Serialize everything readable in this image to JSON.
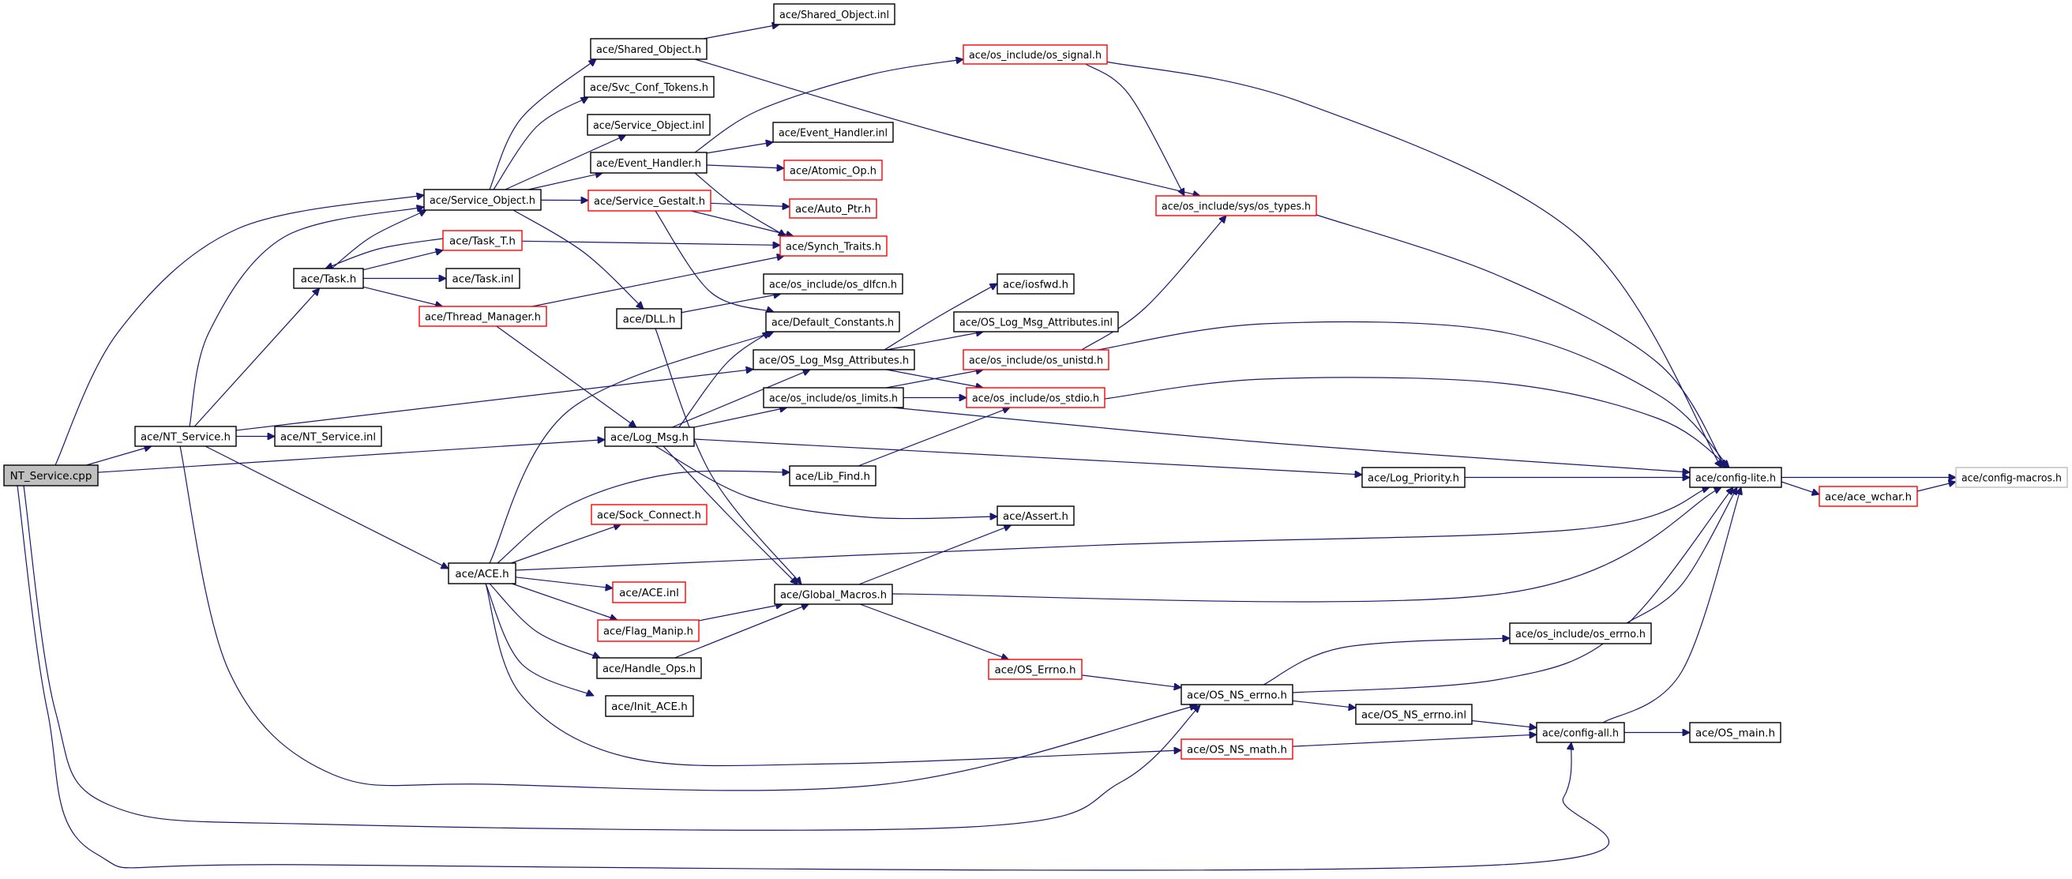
{
  "graph": {
    "title": "Include dependency graph for NT_Service.cpp",
    "colors": {
      "edge": "#191970",
      "node_border": "#000000",
      "node_border_incomplete": "#ff0000",
      "node_border_external": "#bfbfbf",
      "root_fill": "#bfbfbf"
    },
    "nodes": [
      {
        "id": "nt_service_cpp",
        "label": "NT_Service.cpp",
        "style": "root"
      },
      {
        "id": "nt_service_h",
        "label": "ace/NT_Service.h",
        "style": "normal"
      },
      {
        "id": "nt_service_inl",
        "label": "ace/NT_Service.inl",
        "style": "normal"
      },
      {
        "id": "task_h",
        "label": "ace/Task.h",
        "style": "normal"
      },
      {
        "id": "task_inl",
        "label": "ace/Task.inl",
        "style": "normal"
      },
      {
        "id": "task_t_h",
        "label": "ace/Task_T.h",
        "style": "incomplete"
      },
      {
        "id": "thread_manager_h",
        "label": "ace/Thread_Manager.h",
        "style": "incomplete"
      },
      {
        "id": "service_object_h",
        "label": "ace/Service_Object.h",
        "style": "normal"
      },
      {
        "id": "shared_object_h",
        "label": "ace/Shared_Object.h",
        "style": "normal"
      },
      {
        "id": "shared_object_inl",
        "label": "ace/Shared_Object.inl",
        "style": "normal"
      },
      {
        "id": "svc_conf_tokens_h",
        "label": "ace/Svc_Conf_Tokens.h",
        "style": "normal"
      },
      {
        "id": "service_object_inl",
        "label": "ace/Service_Object.inl",
        "style": "normal"
      },
      {
        "id": "event_handler_h",
        "label": "ace/Event_Handler.h",
        "style": "normal"
      },
      {
        "id": "event_handler_inl",
        "label": "ace/Event_Handler.inl",
        "style": "normal"
      },
      {
        "id": "atomic_op_h",
        "label": "ace/Atomic_Op.h",
        "style": "incomplete"
      },
      {
        "id": "service_gestalt_h",
        "label": "ace/Service_Gestalt.h",
        "style": "incomplete"
      },
      {
        "id": "auto_ptr_h",
        "label": "ace/Auto_Ptr.h",
        "style": "incomplete"
      },
      {
        "id": "synch_traits_h",
        "label": "ace/Synch_Traits.h",
        "style": "incomplete"
      },
      {
        "id": "os_signal_h",
        "label": "ace/os_include/os_signal.h",
        "style": "incomplete"
      },
      {
        "id": "os_types_h",
        "label": "ace/os_include/sys/os_types.h",
        "style": "incomplete"
      },
      {
        "id": "dll_h",
        "label": "ace/DLL.h",
        "style": "normal"
      },
      {
        "id": "os_dlfcn_h",
        "label": "ace/os_include/os_dlfcn.h",
        "style": "normal"
      },
      {
        "id": "default_constants_h",
        "label": "ace/Default_Constants.h",
        "style": "normal"
      },
      {
        "id": "iosfwd_h",
        "label": "ace/iosfwd.h",
        "style": "normal"
      },
      {
        "id": "os_log_msg_attributes_inl",
        "label": "ace/OS_Log_Msg_Attributes.inl",
        "style": "normal"
      },
      {
        "id": "os_log_msg_attributes_h",
        "label": "ace/OS_Log_Msg_Attributes.h",
        "style": "normal"
      },
      {
        "id": "os_unistd_h",
        "label": "ace/os_include/os_unistd.h",
        "style": "incomplete"
      },
      {
        "id": "os_limits_h",
        "label": "ace/os_include/os_limits.h",
        "style": "normal"
      },
      {
        "id": "os_stdio_h",
        "label": "ace/os_include/os_stdio.h",
        "style": "incomplete"
      },
      {
        "id": "log_msg_h",
        "label": "ace/Log_Msg.h",
        "style": "normal"
      },
      {
        "id": "lib_find_h",
        "label": "ace/Lib_Find.h",
        "style": "normal"
      },
      {
        "id": "log_priority_h",
        "label": "ace/Log_Priority.h",
        "style": "normal"
      },
      {
        "id": "config_lite_h",
        "label": "ace/config-lite.h",
        "style": "normal"
      },
      {
        "id": "ace_wchar_h",
        "label": "ace/ace_wchar.h",
        "style": "incomplete"
      },
      {
        "id": "config_macros_h",
        "label": "ace/config-macros.h",
        "style": "external"
      },
      {
        "id": "sock_connect_h",
        "label": "ace/Sock_Connect.h",
        "style": "incomplete"
      },
      {
        "id": "assert_h",
        "label": "ace/Assert.h",
        "style": "normal"
      },
      {
        "id": "ace_h",
        "label": "ace/ACE.h",
        "style": "normal"
      },
      {
        "id": "ace_inl",
        "label": "ace/ACE.inl",
        "style": "incomplete"
      },
      {
        "id": "global_macros_h",
        "label": "ace/Global_Macros.h",
        "style": "normal"
      },
      {
        "id": "flag_manip_h",
        "label": "ace/Flag_Manip.h",
        "style": "incomplete"
      },
      {
        "id": "handle_ops_h",
        "label": "ace/Handle_Ops.h",
        "style": "normal"
      },
      {
        "id": "init_ace_h",
        "label": "ace/Init_ACE.h",
        "style": "normal"
      },
      {
        "id": "os_errno_h",
        "label": "ace/OS_Errno.h",
        "style": "incomplete"
      },
      {
        "id": "os_include_os_errno_h",
        "label": "ace/os_include/os_errno.h",
        "style": "normal"
      },
      {
        "id": "os_ns_errno_h",
        "label": "ace/OS_NS_errno.h",
        "style": "normal"
      },
      {
        "id": "os_ns_errno_inl",
        "label": "ace/OS_NS_errno.inl",
        "style": "normal"
      },
      {
        "id": "os_ns_math_h",
        "label": "ace/OS_NS_math.h",
        "style": "incomplete"
      },
      {
        "id": "config_all_h",
        "label": "ace/config-all.h",
        "style": "normal"
      },
      {
        "id": "os_main_h",
        "label": "ace/OS_main.h",
        "style": "normal"
      }
    ],
    "edges": [
      {
        "from": "nt_service_cpp",
        "to": "nt_service_h"
      },
      {
        "from": "nt_service_cpp",
        "to": "service_object_h"
      },
      {
        "from": "nt_service_cpp",
        "to": "log_msg_h"
      },
      {
        "from": "nt_service_cpp",
        "to": "os_ns_errno_h"
      },
      {
        "from": "nt_service_cpp",
        "to": "config_all_h"
      },
      {
        "from": "nt_service_h",
        "to": "nt_service_inl"
      },
      {
        "from": "nt_service_h",
        "to": "service_object_h"
      },
      {
        "from": "nt_service_h",
        "to": "task_h"
      },
      {
        "from": "nt_service_h",
        "to": "os_log_msg_attributes_h"
      },
      {
        "from": "nt_service_h",
        "to": "ace_h"
      },
      {
        "from": "nt_service_h",
        "to": "os_ns_errno_h"
      },
      {
        "from": "task_h",
        "to": "service_object_h"
      },
      {
        "from": "task_h",
        "to": "task_t_h"
      },
      {
        "from": "task_h",
        "to": "task_inl"
      },
      {
        "from": "task_h",
        "to": "thread_manager_h"
      },
      {
        "from": "task_t_h",
        "to": "task_h"
      },
      {
        "from": "task_t_h",
        "to": "synch_traits_h"
      },
      {
        "from": "thread_manager_h",
        "to": "synch_traits_h"
      },
      {
        "from": "thread_manager_h",
        "to": "log_msg_h"
      },
      {
        "from": "service_object_h",
        "to": "shared_object_h"
      },
      {
        "from": "service_object_h",
        "to": "svc_conf_tokens_h"
      },
      {
        "from": "service_object_h",
        "to": "service_object_inl"
      },
      {
        "from": "service_object_h",
        "to": "event_handler_h"
      },
      {
        "from": "service_object_h",
        "to": "service_gestalt_h"
      },
      {
        "from": "service_object_h",
        "to": "dll_h"
      },
      {
        "from": "shared_object_h",
        "to": "shared_object_inl"
      },
      {
        "from": "shared_object_h",
        "to": "os_types_h"
      },
      {
        "from": "event_handler_h",
        "to": "event_handler_inl"
      },
      {
        "from": "event_handler_h",
        "to": "atomic_op_h"
      },
      {
        "from": "event_handler_h",
        "to": "synch_traits_h"
      },
      {
        "from": "event_handler_h",
        "to": "os_signal_h"
      },
      {
        "from": "service_gestalt_h",
        "to": "auto_ptr_h"
      },
      {
        "from": "service_gestalt_h",
        "to": "synch_traits_h"
      },
      {
        "from": "service_gestalt_h",
        "to": "default_constants_h"
      },
      {
        "from": "os_signal_h",
        "to": "os_types_h"
      },
      {
        "from": "os_signal_h",
        "to": "config_lite_h"
      },
      {
        "from": "os_types_h",
        "to": "config_lite_h"
      },
      {
        "from": "dll_h",
        "to": "os_dlfcn_h"
      },
      {
        "from": "dll_h",
        "to": "global_macros_h"
      },
      {
        "from": "os_log_msg_attributes_h",
        "to": "iosfwd_h"
      },
      {
        "from": "os_log_msg_attributes_h",
        "to": "os_log_msg_attributes_inl"
      },
      {
        "from": "os_log_msg_attributes_h",
        "to": "os_stdio_h"
      },
      {
        "from": "os_unistd_h",
        "to": "os_types_h"
      },
      {
        "from": "os_unistd_h",
        "to": "config_lite_h"
      },
      {
        "from": "os_limits_h",
        "to": "os_unistd_h"
      },
      {
        "from": "os_limits_h",
        "to": "os_stdio_h"
      },
      {
        "from": "os_limits_h",
        "to": "config_lite_h"
      },
      {
        "from": "os_stdio_h",
        "to": "config_lite_h"
      },
      {
        "from": "log_msg_h",
        "to": "default_constants_h"
      },
      {
        "from": "log_msg_h",
        "to": "os_log_msg_attributes_h"
      },
      {
        "from": "log_msg_h",
        "to": "os_limits_h"
      },
      {
        "from": "log_msg_h",
        "to": "log_priority_h"
      },
      {
        "from": "log_msg_h",
        "to": "assert_h"
      },
      {
        "from": "log_msg_h",
        "to": "global_macros_h"
      },
      {
        "from": "lib_find_h",
        "to": "os_stdio_h"
      },
      {
        "from": "log_priority_h",
        "to": "config_lite_h"
      },
      {
        "from": "ace_h",
        "to": "default_constants_h"
      },
      {
        "from": "ace_h",
        "to": "lib_find_h"
      },
      {
        "from": "ace_h",
        "to": "sock_connect_h"
      },
      {
        "from": "ace_h",
        "to": "config_lite_h"
      },
      {
        "from": "ace_h",
        "to": "ace_inl"
      },
      {
        "from": "ace_h",
        "to": "flag_manip_h"
      },
      {
        "from": "ace_h",
        "to": "handle_ops_h"
      },
      {
        "from": "ace_h",
        "to": "init_ace_h"
      },
      {
        "from": "ace_h",
        "to": "os_ns_math_h"
      },
      {
        "from": "flag_manip_h",
        "to": "global_macros_h"
      },
      {
        "from": "handle_ops_h",
        "to": "global_macros_h"
      },
      {
        "from": "global_macros_h",
        "to": "assert_h"
      },
      {
        "from": "global_macros_h",
        "to": "config_lite_h"
      },
      {
        "from": "global_macros_h",
        "to": "os_errno_h"
      },
      {
        "from": "os_errno_h",
        "to": "os_ns_errno_h"
      },
      {
        "from": "os_ns_errno_h",
        "to": "os_include_os_errno_h"
      },
      {
        "from": "os_ns_errno_h",
        "to": "config_lite_h"
      },
      {
        "from": "os_ns_errno_h",
        "to": "os_ns_errno_inl"
      },
      {
        "from": "os_include_os_errno_h",
        "to": "config_lite_h"
      },
      {
        "from": "os_ns_errno_inl",
        "to": "config_all_h"
      },
      {
        "from": "os_ns_math_h",
        "to": "config_all_h"
      },
      {
        "from": "config_all_h",
        "to": "config_lite_h"
      },
      {
        "from": "config_all_h",
        "to": "os_main_h"
      },
      {
        "from": "config_lite_h",
        "to": "config_macros_h"
      },
      {
        "from": "config_lite_h",
        "to": "ace_wchar_h"
      },
      {
        "from": "ace_wchar_h",
        "to": "config_macros_h"
      }
    ]
  }
}
